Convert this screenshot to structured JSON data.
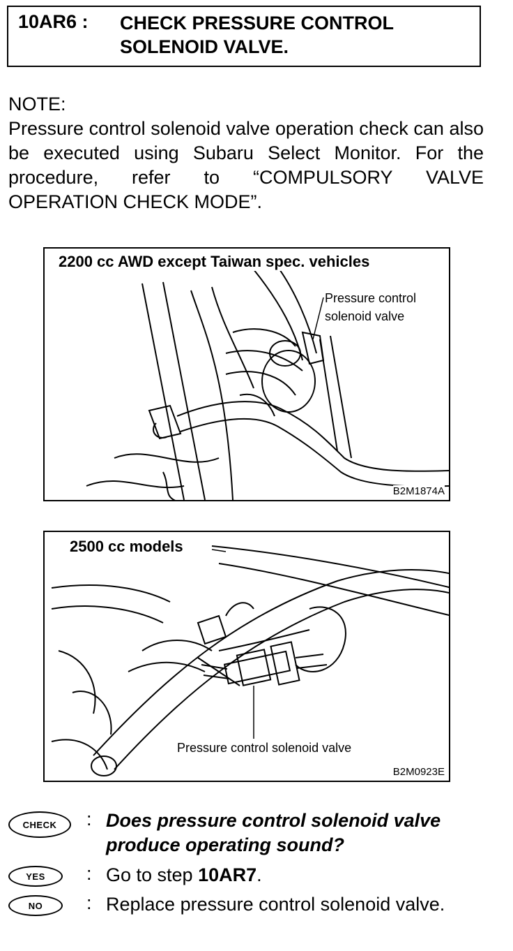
{
  "header": {
    "step_id": "10AR6 :",
    "title_line1": "CHECK PRESSURE CONTROL",
    "title_line2": "SOLENOID VALVE."
  },
  "note": {
    "label": "NOTE:",
    "body": "Pressure control solenoid valve operation check can also be executed using Subaru Select Monitor. For the procedure, refer to “COMPULSORY VALVE OPERATION CHECK MODE”."
  },
  "figure1": {
    "title": "2200 cc AWD except Taiwan spec. vehicles",
    "label_line1": "Pressure control",
    "label_line2": "solenoid valve",
    "code": "B2M1874A"
  },
  "figure2": {
    "title": "2500 cc models",
    "label": "Pressure control solenoid valve",
    "code": "B2M0923E"
  },
  "check": {
    "badge": "CHECK",
    "colon": ":",
    "question": "Does pressure control solenoid valve produce operating sound?"
  },
  "yes": {
    "badge": "YES",
    "colon": ":",
    "text": "Go to step ",
    "step": "10AR7",
    "end": "."
  },
  "no": {
    "badge": "NO",
    "colon": ":",
    "text": "Replace pressure control solenoid valve."
  }
}
